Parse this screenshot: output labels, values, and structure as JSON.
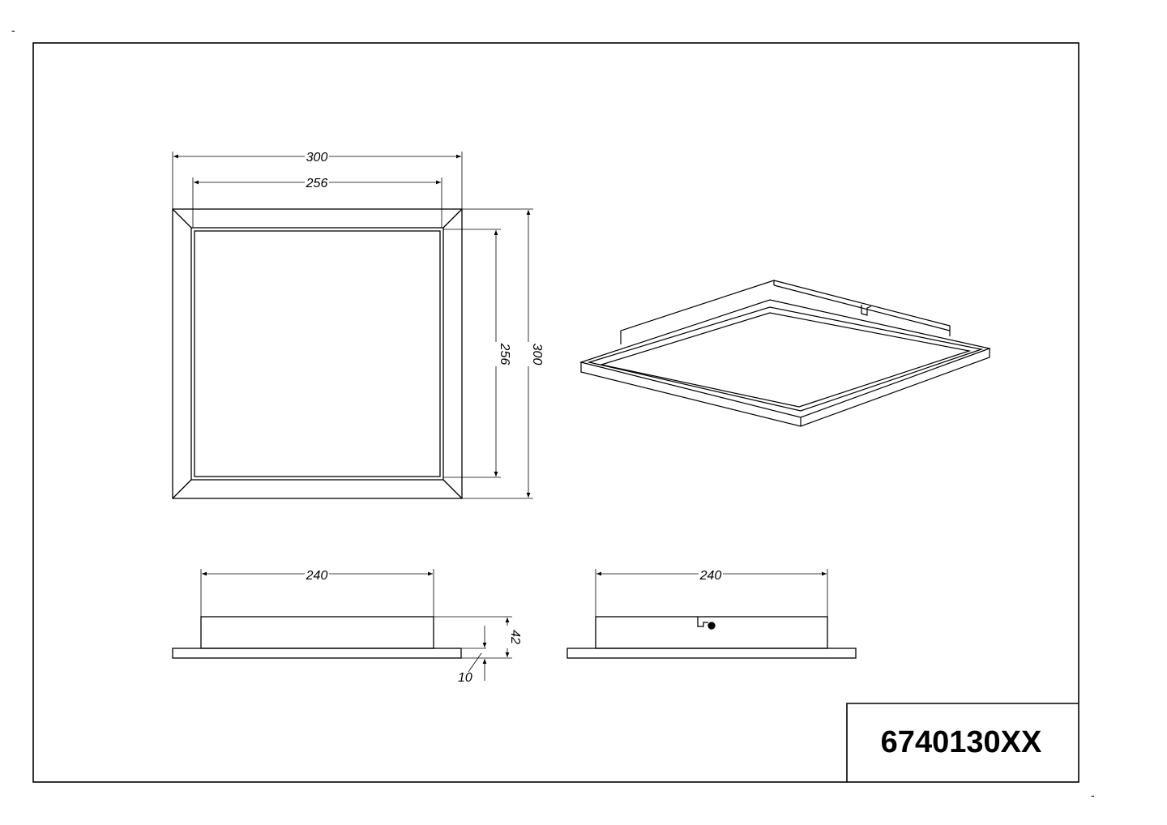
{
  "sheet": {
    "corner_marks": [
      "-",
      "-"
    ]
  },
  "title_block": {
    "article_number": "6740130XX"
  },
  "top_view": {
    "outer_width": "300",
    "inner_width": "256",
    "inner_height": "256",
    "outer_height": "300"
  },
  "side_view_left": {
    "base_width": "240",
    "total_height": "42",
    "plate_thickness": "10"
  },
  "side_view_right": {
    "base_width": "240"
  }
}
